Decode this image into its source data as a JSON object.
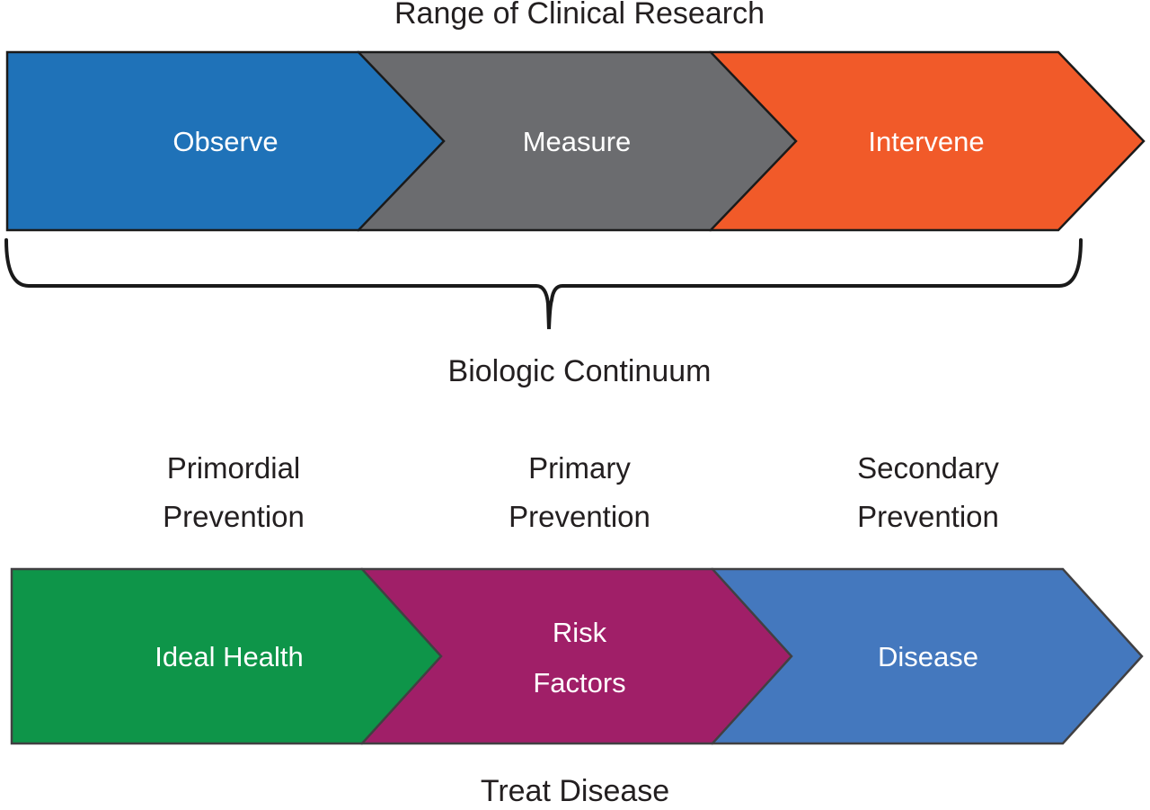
{
  "title": "Range of Clinical Research",
  "top_flow": {
    "items": [
      {
        "label": "Observe",
        "color": "#1F72B8"
      },
      {
        "label": "Measure",
        "color": "#6B6C6F"
      },
      {
        "label": "Intervene",
        "color": "#F15A29"
      }
    ]
  },
  "brace": {
    "label": "Biologic Continuum"
  },
  "prevention": {
    "items": [
      {
        "line1": "Primordial",
        "line2": "Prevention"
      },
      {
        "line1": "Primary",
        "line2": "Prevention"
      },
      {
        "line1": "Secondary",
        "line2": "Prevention"
      }
    ]
  },
  "bottom_flow": {
    "items": [
      {
        "label": "Ideal Health",
        "color": "#0E9549"
      },
      {
        "line1": "Risk",
        "line2": "Factors",
        "color": "#A01F68"
      },
      {
        "label": "Disease",
        "color": "#4478BE"
      }
    ]
  },
  "footer": {
    "label": "Treat Disease"
  },
  "colors": {
    "text": "#231F20",
    "arrow_text": "#FFFFFF",
    "top_outline": "#1A1A1A",
    "bottom_outline": "#414042",
    "background": "#FFFFFF"
  }
}
